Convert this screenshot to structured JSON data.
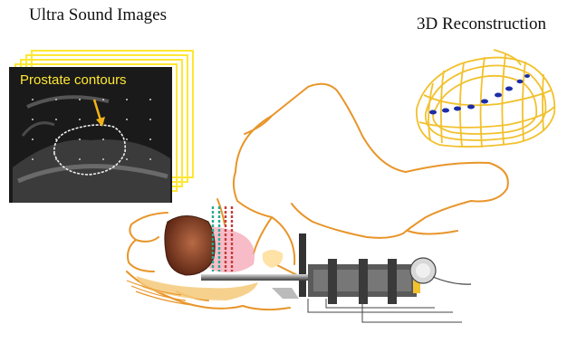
{
  "ultrasound": {
    "title": "Ultra Sound Images",
    "annotation": "Prostate contours"
  },
  "reconstruction": {
    "title": "3D Reconstruction"
  },
  "colors": {
    "anatomy_outline": "#e8952a",
    "frame_outline": "#ffe733",
    "contour_mesh": "#f2c12e",
    "seeds": "#1b2ea8",
    "ultrasound_bg": "#1a1a1a",
    "prostate": "#7a3a22",
    "needle_a": "#2aa88e",
    "needle_b": "#c43a3a"
  }
}
